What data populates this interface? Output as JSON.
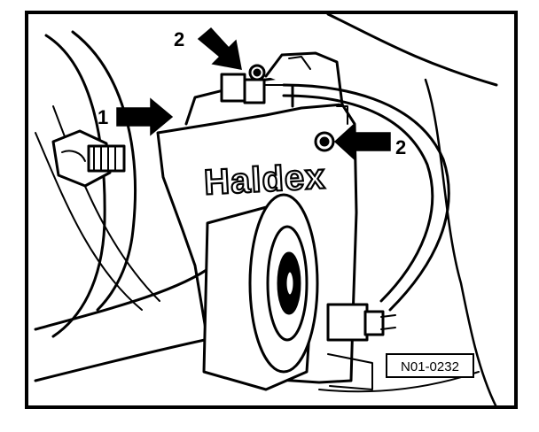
{
  "figure": {
    "brand_text": "Haldex",
    "reference_code": "N01-0232",
    "callouts": [
      {
        "id": "1",
        "label": "1"
      },
      {
        "id": "2a",
        "label": "2"
      },
      {
        "id": "2b",
        "label": "2"
      }
    ]
  }
}
